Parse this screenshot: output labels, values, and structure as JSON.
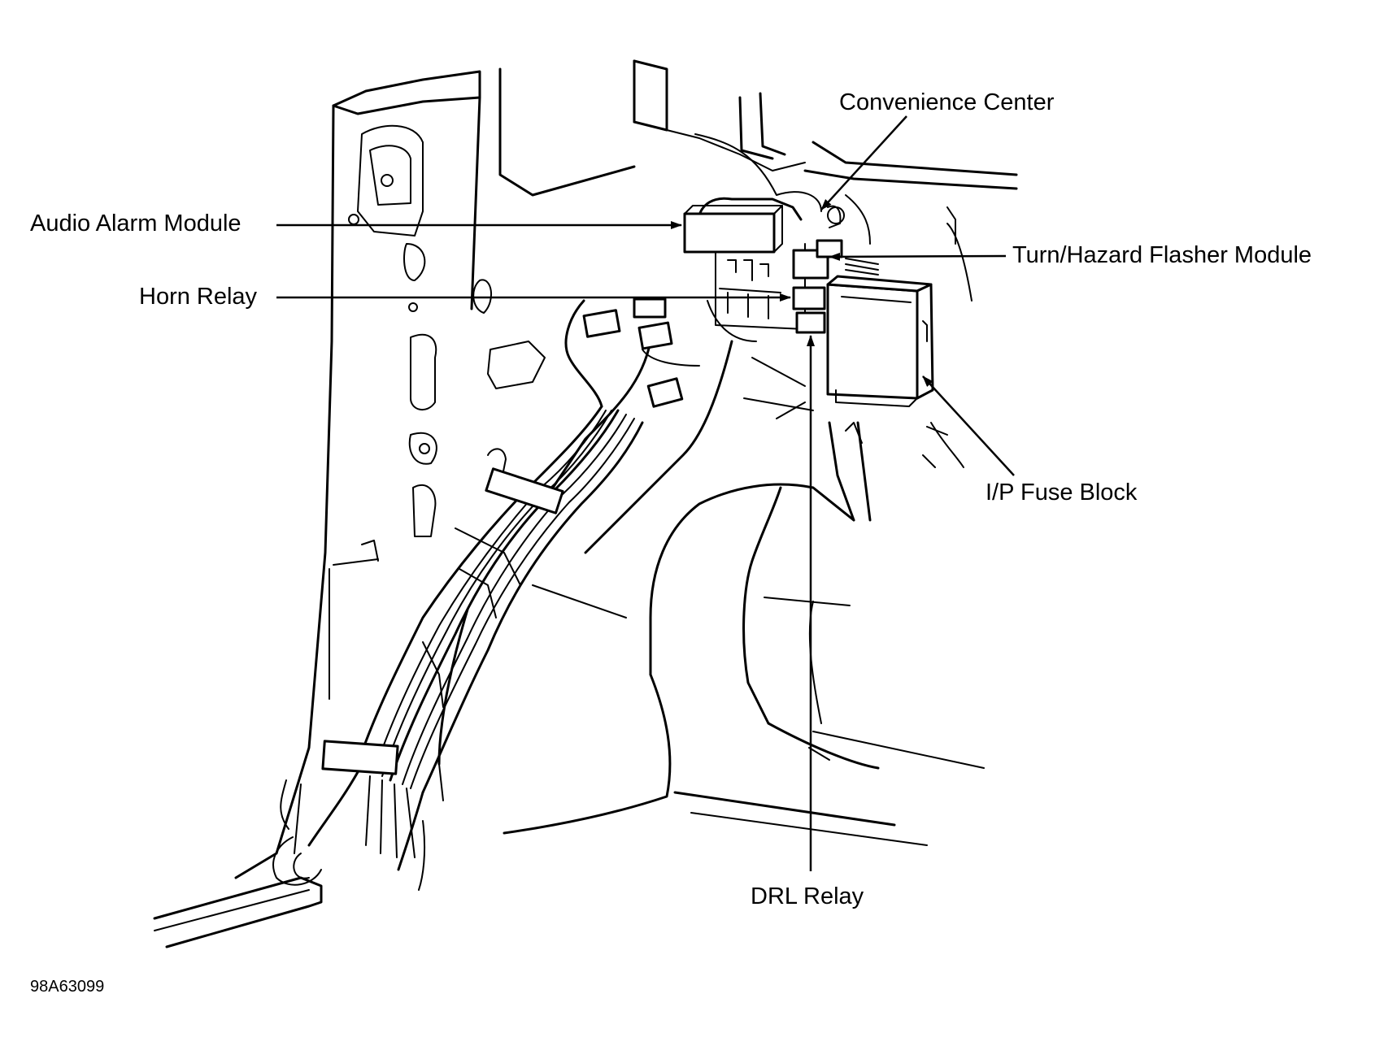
{
  "labels": {
    "convenience_center": "Convenience Center",
    "audio_alarm_module": "Audio Alarm Module",
    "turn_hazard_flasher_module": "Turn/Hazard Flasher Module",
    "horn_relay": "Horn Relay",
    "ip_fuse_block": "I/P Fuse Block",
    "drl_relay": "DRL Relay"
  },
  "figure_id": "98A63099",
  "colors": {
    "line": "#000000",
    "background": "#ffffff"
  }
}
